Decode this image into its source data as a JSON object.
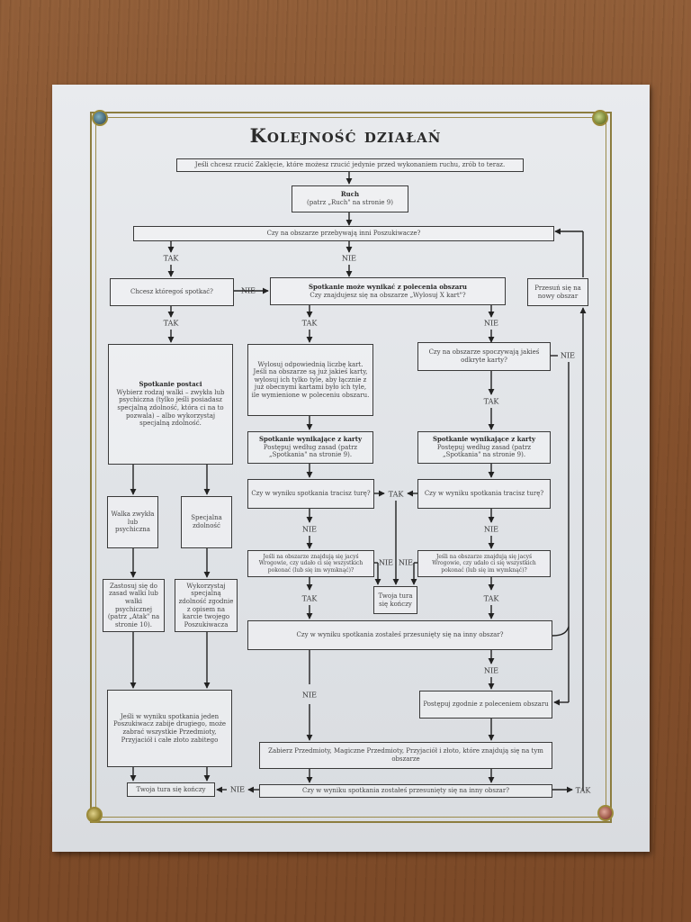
{
  "title": "Kolejność działań",
  "boxes": {
    "pre_move": "Jeśli chcesz rzucić Zaklęcie, które możesz rzucić jedynie przed wykonaniem ruchu, zrób to teraz.",
    "move_title": "Ruch",
    "move_text": "(patrz „Ruch\" na stronie 9)",
    "other_inv": "Czy na obszarze przebywają inni Poszukiwacze?",
    "want_enc": "Chcesz któregoś spotkać?",
    "area_enc_title": "Spotkanie może wynikać z polecenia obszaru",
    "area_enc_text": "Czy znajdujesz się na obszarze „Wylosuj X kart\"?",
    "move_new": "Przesuń się na nowy obszar",
    "char_enc_title": "Spotkanie postaci",
    "char_enc_text": "Wybierz rodzaj walki – zwykła lub psychiczna (tylko jeśli posiadasz specjalną zdolność, która ci na to pozwala) – albo wykorzystaj specjalną zdolność.",
    "draw_cards": "Wylosuj odpowiednią liczbę kart. Jeśli na obszarze są już jakieś karty, wylosuj ich tylko tyle, aby łącznie z już obecnymi kartami było ich tyle, ile wymienione w poleceniu obszaru.",
    "face_up": "Czy na obszarze spoczywają jakieś odkryte karty?",
    "card_enc1_title": "Spotkanie wynikające z karty",
    "card_enc1_text": "Postępuj według zasad (patrz „Spotkania\" na stronie 9).",
    "card_enc2_title": "Spotkanie wynikające z karty",
    "card_enc2_text": "Postępuj według zasad (patrz „Spotkania\" na stronie 9).",
    "fight_normal": "Walka zwykła lub psychiczna",
    "special_ability": "Specjalna zdolność",
    "lose_turn1": "Czy w wyniku spotkania tracisz turę?",
    "lose_turn2": "Czy w wyniku spotkania tracisz turę?",
    "apply_fight": "Zastosuj się do zasad walki lub walki psychicznej (patrz „Atak\" na stronie 10).",
    "use_ability": "Wykorzystaj specjalną zdolność zgodnie z opisem na karcie twojego Poszukiwacza",
    "enemies1": "Jeśli na obszarze znajdują się jacyś Wrogowie, czy udało ci się wszystkich pokonać (lub się im wymknąć)?",
    "enemies2": "Jeśli na obszarze znajdują się jacyś Wrogowie, czy udało ci się wszystkich pokonać (lub się im wymknąć)?",
    "turn_ends_mid": "Twoja tura się kończy",
    "moved_other1": "Czy w wyniku spotkania zostałeś przesunięty się na inny obszar?",
    "kill_inv": "Jeśli w wyniku spotkania jeden Poszukiwacz zabije drugiego, może zabrać wszystkie Przedmioty, Przyjaciół i całe złoto zabitego",
    "follow_area": "Postępuj zgodnie z poleceniem obszaru",
    "take_items": "Zabierz Przedmioty, Magiczne Przedmioty, Przyjaciół i złoto, które znajdują się na tym obszarze",
    "turn_ends": "Twoja tura się kończy",
    "moved_other2": "Czy w wyniku spotkania zostałeś przesunięty się na inny obszar?"
  },
  "labels": {
    "yes": "TAK",
    "no": "NIE"
  }
}
